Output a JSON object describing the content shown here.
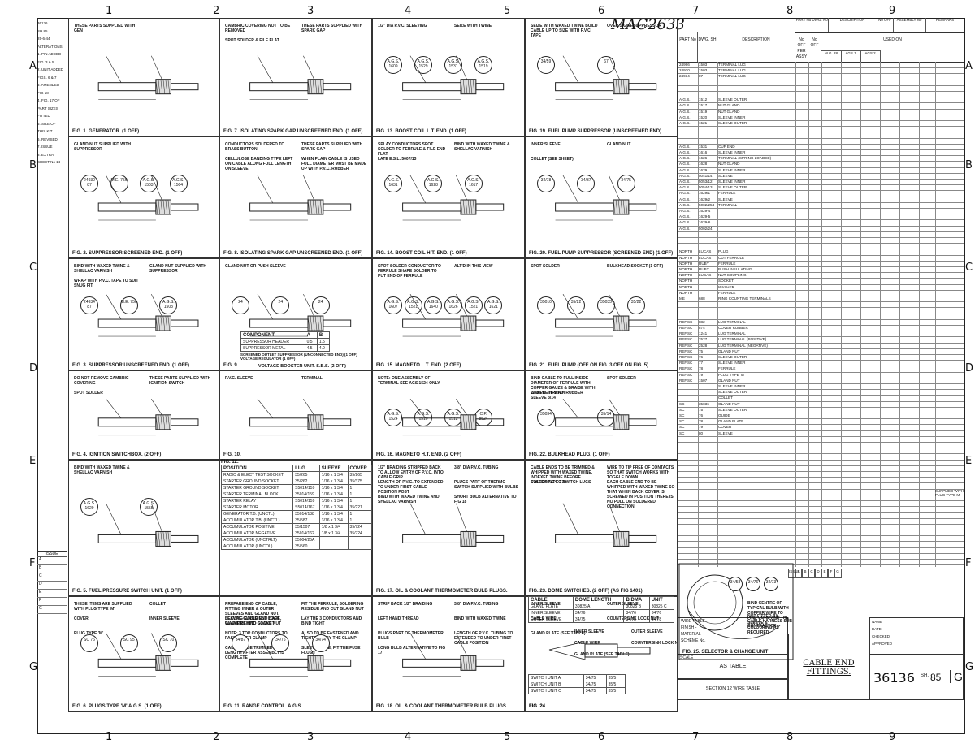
{
  "sheet": {
    "handwritten_ref": "MAC2633",
    "grid_numbers": [
      "1",
      "2",
      "3",
      "4",
      "5",
      "6",
      "7",
      "8",
      "9"
    ],
    "grid_letters": [
      "A",
      "B",
      "C",
      "D",
      "E",
      "F",
      "G"
    ]
  },
  "revision_column": {
    "lines": [
      "36136",
      "SH.85",
      "25-6-44",
      "ALTERATIONS",
      "1. PIN ADDED",
      "FIG. 3 & 5",
      "2. UNIT ADDED",
      "FIGS. 6 & 7",
      "3. AMENDED",
      "FIG 18",
      "4. FIG. 17 OF",
      "PART SIZES",
      "FITTED",
      "5. SIZE OF",
      "THIS KIT",
      "6. REVISED",
      "7. ISSUE",
      "8. EXTRA",
      "SHEET No 14"
    ],
    "issue_label": "ISSUE",
    "issue_rows": [
      "A",
      "B",
      "C",
      "D",
      "E",
      "F",
      "G"
    ]
  },
  "figures": [
    {
      "id": "fig1",
      "caption": "FIG. 1. GENERATOR. (1 OFF)",
      "notes": [
        "THESE PARTS SUPPLIED WITH GEN"
      ]
    },
    {
      "id": "fig7",
      "caption": "FIG. 7. ISOLATING SPARK GAP UNSCREENED END. (1 OFF)",
      "notes": [
        "CAMBRIC COVERING NOT TO BE REMOVED",
        "THESE PARTS SUPPLIED WITH SPARK GAP",
        "SPOT SOLDER & FILE FLAT"
      ]
    },
    {
      "id": "fig13",
      "caption": "FIG. 13. BOOST COIL L.T. END. (1 OFF)",
      "notes": [
        "1/2\" DIA P.V.C. SLEEVING",
        "SEIZE WITH TWINE"
      ],
      "callouts": [
        "A.G.S. 1609",
        "A.G.S. 1529",
        "A.G.S. 1531",
        "A.G.S. 1519"
      ]
    },
    {
      "id": "fig19",
      "caption": "FIG. 19. FUEL PUMP SUPPRESSOR (UNSCREENED END)",
      "notes": [
        "SEIZE WITH WAXED TWINE BUILD CABLE UP TO SIZE WITH P.V.C. TAPE",
        "OVER SIGHT SUPPRESSOR"
      ],
      "callouts": [
        "34/59",
        "67"
      ]
    },
    {
      "id": "fig2",
      "caption": "FIG. 2. SUPPRESSOR SCREENED END. (1 OFF)",
      "notes": [
        "GLAND NUT SUPPLIED WITH SUPPRESSOR"
      ],
      "callouts": [
        "24930 87",
        "M.E. 756",
        "A.G.S. 1503",
        "A.G.S. 1504"
      ]
    },
    {
      "id": "fig8",
      "caption": "FIG. 8. ISOLATING SPARK GAP UNSCREENED END. (1 OFF)",
      "notes": [
        "CONDUCTORS SOLDERED TO BRASS BUTTON",
        "THESE PARTS SUPPLIED WITH SPARK GAP",
        "CELLULOSE BANDING TYPE LEFT ON CABLE ALONG FULL LENGTH ON SLEEVE",
        "WHEN PLAIN CABLE IS USED FULL DIAMETER MUST BE MADE UP WITH P.V.C. RUBBER"
      ]
    },
    {
      "id": "fig14",
      "caption": "FIG. 14. BOOST COIL H.T. END. (1 OFF)",
      "notes": [
        "SPLAY CONDUCTORS SPOT SOLDER TO FERRULE & FILE END FLAT",
        "BIND WITH WAXED TWINE & SHELLAC VARNISH",
        "LATE E.S.L. 5007/13"
      ],
      "callouts": [
        "A.G.S. 1631",
        "A.G.S. 1628",
        "A.G.S. 1617"
      ]
    },
    {
      "id": "fig20",
      "caption": "FIG. 20. FUEL PUMP SUPPRESSOR (SCREENED END) (1 OFF)",
      "notes": [
        "INNER SLEEVE",
        "GLAND NUT",
        "COLLET (SEE SHEET)"
      ],
      "callouts": [
        "34/78",
        "34/37",
        "34/75"
      ]
    },
    {
      "id": "fig3",
      "caption": "FIG. 3. SUPPRESSOR UNSCREENED END. (1 OFF)",
      "notes": [
        "BIND WITH WAXED TWINE & SHELLAC VARNISH",
        "GLAND NUT SUPPLIED WITH SUPPRESSOR",
        "WRAP WITH P.V.C. TAPE TO SUIT SNUG FIT"
      ],
      "callouts": [
        "24934 87",
        "M.E. 756",
        "A.G.S. 1503"
      ]
    },
    {
      "id": "fig9",
      "caption": "FIG. 9.",
      "notes": [
        "GLAND NUT OR PUSH SLEEVE"
      ],
      "callouts": [
        "24",
        "24",
        "24"
      ]
    },
    {
      "id": "fig15",
      "caption": "FIG. 15. MAGNETO L.T. END. (2 OFF)",
      "notes": [
        "SPOT SOLDER CONDUCTOR TO FERRULE SHAPE SOLDER TO PUT END OF FERRULE",
        "ALT'D IN THIS VIEW"
      ],
      "callouts": [
        "A.G.S. 1607",
        "A.G.S. 1521",
        "A.G.S. 1640",
        "A.G.S. 1626",
        "A.G.S. 1521",
        "A.G.S. 1621"
      ]
    },
    {
      "id": "fig21",
      "caption": "FIG. 21. FUEL PUMP (OFF ON FIG. 3 OFF ON FIG. 5)",
      "notes": [
        "SPOT SOLDER",
        "BULKHEAD SOCKET (1 OFF)"
      ],
      "callouts": [
        "35010",
        "35/22",
        "35035",
        "35/22"
      ]
    },
    {
      "id": "fig4",
      "caption": "FIG. 4. IGNITION SWITCHBOX. (2 OFF)",
      "notes": [
        "DO NOT REMOVE CAMBRIC COVERING",
        "THESE PARTS SUPPLIED WITH IGNITION SWITCH",
        "SPOT SOLDER"
      ]
    },
    {
      "id": "fig10",
      "caption": "FIG. 10.",
      "notes": [
        "P.V.C. SLEEVE",
        "TERMINAL"
      ]
    },
    {
      "id": "fig16",
      "caption": "FIG. 16. MAGNETO H.T. END. (2 OFF)",
      "notes": [
        "NOTE: ONE ASSEMBLY OF TERMINAL SEE AGS 1524 ONLY"
      ],
      "callouts": [
        "A.G.S. 1524",
        "A.G.S. 1510",
        "A.G.S. 1512",
        "C.P. 8524"
      ]
    },
    {
      "id": "fig22",
      "caption": "FIG. 22. BULKHEAD PLUG. (1 OFF)",
      "notes": [
        "BIND CABLE TO FULL INSIDE DIAMETER OF FERRULE WITH COPPER GAUZE & BRAISE WITH WAXED THREAD",
        "SPOT SOLDER",
        "COMPLETE WITH RUBBER SLEEVE 3/14"
      ],
      "callouts": [
        "35034",
        "35/14"
      ]
    },
    {
      "id": "fig5",
      "caption": "FIG. 5. FUEL PRESSURE SWITCH UNIT. (1 OFF)",
      "notes": [
        "BIND WITH WAXED TWINE & SHELLAC VARNISH"
      ],
      "callouts": [
        "A.G.S. 1629",
        "A.G.S. 1555"
      ]
    },
    {
      "id": "fig17",
      "caption": "FIG. 17. OIL & COOLANT THERMOMETER BULB PLUGS.",
      "notes": [
        "1/2\" BRAIDING STRIPPED BACK TO ALLOW ENTRY OF P.V.C. INTO CABLE GRIP",
        "3/8\" DIA P.V.C. TUBING",
        "LENGTH OF P.V.C. TO EXTENDED TO UNDER FIRST CABLE POSITION POST",
        "PLUGS PART OF THERMO SWITCH SUPPLIED WITH BULBS",
        "BIND WITH WAXED TWINE AND SHELLAC VARNISH",
        "SHORT BULB ALTERNATIVE TO FIG 18"
      ]
    },
    {
      "id": "fig23",
      "caption": "FIG. 23. DOME SWITCHES. (2 OFF) (AS FIG 1401)",
      "notes": [
        "CABLE ENDS TO BE TRIMMED & WHIPPED WITH WAXED TWINE. INDEXED TWINE BEFORE SOLDERING TO SWITCH LUGS",
        "WIRE TO TIP FREE OF CONTACTS SO THAT SWITCH WORKS WITH TOGGLE DOWN",
        "SWITCH TYPE 170",
        "EACH CABLE END TO BE WHIPPED WITH WAXED TWINE SO THAT WHEN BACK COVER IS SCREWED IN POSITION THERE IS NO PULL ON SOLDERED CONNECTION"
      ]
    },
    {
      "id": "fig6",
      "caption": "FIG. 6.        PLUGS TYPE 'M' A.G.S. (1 OFF)",
      "notes": [
        "THESE ITEMS ARE SUPPLIED WITH PLUG TYPE 'M'",
        "COLLET",
        "COVER",
        "INNER SLEEVE",
        "PLUG TYPE 'M'"
      ],
      "callouts": [
        "SC 76",
        "SC 95",
        "SC 70"
      ]
    },
    {
      "id": "fig11",
      "caption": "FIG. 11. RANGE CONTROL. A.G.S.",
      "notes": [
        "PREPARE END OF CABLE, FITTING INNER & OUTER SLEEVES AND GLAND NUT, LEAVING CABLE END BARE, CLAMP BEHIND GLAND NUT",
        "FIT THE FERRULE, SOLDERING RESIDUE AND CUT GLAND NUT",
        "SECURE GLAND NUT LOCK WASHERS INTO SOCKET",
        "LAY THE 3 CONDUCTORS AND BIND TIGHT",
        "NOTE: 3 TOP CONDUCTORS TO PASS UNDER CLAMP",
        "ALSO TO BE FASTENED AND TIGHTENED BY THE CLAMP",
        "CABLE TO BE TRIMMED TO LENGTH AFTER ASSEMBLY IS COMPLETE",
        "SLEEVE, TUBE, FIT THE FUSE FLUSH"
      ],
      "callouts": [
        "34/87",
        "34/76",
        "34/74"
      ]
    },
    {
      "id": "fig18",
      "caption": "FIG. 18. OIL & COOLANT THERMOMETER BULB PLUGS.",
      "notes": [
        "STRIP BACK 1/2\" BRAIDING",
        "3/8\" DIA P.V.C. TUBING",
        "LEFT HAND THREAD",
        "BIND WITH WAXED TWINE",
        "PLUGS PART OF THERMOMETER BULB",
        "LENGTH OF P.V.C. TUBING TO EXTENDED TO UNDER FIRST CABLE POSITION",
        "LONG BULB ALTERNATIVE TO FIG 17"
      ]
    },
    {
      "id": "fig24",
      "caption": "FIG. 24.",
      "notes": [
        "INNER SLEEVE",
        "OUTER SLEEVE",
        "CABLE WIRE",
        "COUNTERSINK LOCK NUT",
        "GLAND PLATE (SEE TABLE)"
      ]
    },
    {
      "id": "fig25",
      "caption": "FIG. 25. SELECTOR & CHANGE UNIT",
      "notes": [
        "BIND CENTRE OF TYPICAL BULB WITH COPPER WIRE TO FIND CORE AND THE SLEEVE & COLOURING AS REQUIRED",
        "NOT FITTED BY CABLE HARNESS SUB CONTRACTOR"
      ],
      "callouts": [
        "34/58",
        "34/76",
        "34/73"
      ]
    }
  ],
  "fig12_table": {
    "title": "FIG. 12.",
    "headers": [
      "POSITION",
      "LUG",
      "SLEEVE",
      "COVER"
    ],
    "rows": [
      [
        "RADIO & ELECT TEST SOCKET",
        "35/265",
        "1/16 x 1 3/4",
        "35/265"
      ],
      [
        "STARTER GROUND SOCKET",
        "35/262",
        "1/16 x 1 3/4",
        "35/375"
      ],
      [
        "STARTER GROUND SOCKET",
        "S5014/159",
        "1/16 x 1 3/4",
        "1"
      ],
      [
        "STARTER TERMINAL BLOCK",
        "35014/159",
        "1/16 x 1 3/4",
        "1"
      ],
      [
        "STARTER RELAY",
        "S5014/159",
        "1/16 x 1 3/4",
        "1"
      ],
      [
        "STARTER MOTOR",
        "S5014/167",
        "1/16 x 1 3/4",
        "35/221"
      ],
      [
        "GENERATOR T.B. (UNCTL)",
        "35014/138",
        "1/16 x 1 3/4",
        "1"
      ],
      [
        "ACCUMULATOR T.B. (UNCTL)",
        "35/587",
        "3/16 x 1 3/4",
        "1"
      ],
      [
        "ACCUMULATOR POSITIVE",
        "35/1507",
        "1/8 x 1 3/4",
        "35/724"
      ],
      [
        "ACCUMULATOR NEGATIVE",
        "35014/162",
        "1/8 x 1 3/4",
        "35/724"
      ],
      [
        "ACCUMULATOR (UNCTRLT)",
        "35004/25A",
        "",
        ""
      ],
      [
        "ACCUMULATOR (UNCOL)",
        "35/560",
        "",
        ""
      ]
    ]
  },
  "fig9_table": {
    "headers": [
      "COMPONENT",
      "A",
      "B"
    ],
    "rows": [
      [
        "SUPPRESSOR HEADER",
        "0.5",
        "1.5"
      ],
      [
        "SUPPRESSOR METAL",
        "4.5",
        "4.0"
      ]
    ],
    "note": "SCREENED OUTLET SUPPRESSOR (UNCONNECTED END) (1 OFF)",
    "caption_extra": "VOLTAGE REGULATOR (1 OFF)",
    "caption_line": "VOLTAGE BOOSTER UNIT. S.B.S. (2 OFF)"
  },
  "fig24_table": {
    "headers": [
      "CABLE",
      "DOME LENGTH",
      "BIDMA",
      "UNIT"
    ],
    "rows": [
      [
        "GLAND PLATE",
        "30825 A",
        "30825 B",
        "30825 C"
      ],
      [
        "INNER SLEEVE",
        "34/76",
        "34/76",
        "34/76"
      ],
      [
        "OUTER SLEEVE",
        "34/75",
        "34/78",
        "34/78"
      ]
    ],
    "rows2": [
      [
        "SWITCH UNIT A",
        "34/75",
        "35/5"
      ],
      [
        "SWITCH UNIT B",
        "34/75",
        "35/5"
      ],
      [
        "SWITCH UNIT C",
        "34/75",
        "35/5"
      ]
    ]
  },
  "parts_list": {
    "headers": [
      "PART No",
      "DWG. SH",
      "DESCRIPTION",
      "No OFF PER ASSY",
      "No OFF",
      "USED ON"
    ],
    "used_on_sub": [
      "M.G. 28",
      "AGS 1",
      "AGS 2"
    ],
    "top_headers": [
      "PART No",
      "DWG. No",
      "DESCRIPTION",
      "No OFF",
      "ASSEMBLY No",
      "REMARKS"
    ],
    "groups": [
      [
        [
          "24996",
          "1503",
          "TERMINAL LUG"
        ],
        [
          "24930",
          "1503",
          "TERMINAL LUG"
        ],
        [
          "24934",
          "87",
          "TERMINAL LUG"
        ]
      ],
      [
        [
          "A.G.S.",
          "1512",
          "SLEEVE OUTER"
        ],
        [
          "A.G.S.",
          "1517",
          "NUT GLAND"
        ],
        [
          "A.G.S.",
          "1519",
          "NUT GLAND"
        ],
        [
          "A.G.S.",
          "1520",
          "SLEEVE INNER"
        ],
        [
          "A.G.S.",
          "1521",
          "SLEEVE OUTER"
        ]
      ],
      [
        [
          "A.G.S.",
          "1531",
          "CUP END"
        ],
        [
          "A.G.S.",
          "1616",
          "SLEEVE INNER"
        ],
        [
          "A.G.S.",
          "1626",
          "TERMINAL (SPRING LOADED)"
        ],
        [
          "A.G.S.",
          "1628",
          "NUT GLAND"
        ],
        [
          "A.G.S.",
          "1629",
          "SLEEVE INNER"
        ],
        [
          "A.G.S.",
          "5041/14",
          "SLEEVE"
        ],
        [
          "A.G.S.",
          "5053/12",
          "SLEEVE INNER"
        ],
        [
          "A.G.S.",
          "5054/13",
          "SLEEVE OUTER"
        ],
        [
          "A.G.S.",
          "1629/1",
          "FERRULE"
        ],
        [
          "A.G.S.",
          "1629/2",
          "SLEEVE"
        ],
        [
          "A.G.S.",
          "5002/254",
          "TERMINAL"
        ],
        [
          "A.G.S.",
          "1629-4",
          ""
        ],
        [
          "A.G.S.",
          "1629-5",
          ""
        ],
        [
          "A.G.S.",
          "1629-6",
          ""
        ],
        [
          "A.G.S.",
          "5002/24",
          ""
        ]
      ],
      [
        [
          "NORTH",
          "LUCAS",
          "PLUG"
        ],
        [
          "NORTH",
          "LUCAS",
          "CUT FERRULE"
        ],
        [
          "NORTH",
          "RUBY",
          "FERRULE"
        ],
        [
          "NORTH",
          "RUBY",
          "BUSH INSULATING"
        ],
        [
          "NORTH",
          "LUCAS",
          "NUT COUPLING"
        ],
        [
          "NORTH",
          "",
          "SOCKET"
        ],
        [
          "NORTH",
          "",
          "WASHER"
        ],
        [
          "NORTH",
          "",
          "FERRULE"
        ],
        [
          "ME",
          "688",
          "RING COUNTING TERMINALS"
        ]
      ],
      [
        [
          "REF.SC",
          "882",
          "LUG TERMINAL"
        ],
        [
          "REF.SC",
          "874",
          "COVER RUBBER"
        ],
        [
          "REF.SC",
          "1241",
          "LUG TERMINAL"
        ],
        [
          "REF.SC",
          "2527",
          "LUG TERMINAL (POSITIVE)"
        ],
        [
          "REF.SC",
          "2528",
          "LUG TERMINAL (NEGATIVE)"
        ],
        [
          "REF.SC",
          "75",
          "GLAND NUT"
        ],
        [
          "REF.SC",
          "76",
          "SLEEVE OUTER"
        ],
        [
          "REF.SC",
          "77",
          "SLEEVE INNER"
        ],
        [
          "REF.SC",
          "78",
          "FERRULE"
        ],
        [
          "REF.SC",
          "79",
          "PLUG TYPE 'M'"
        ],
        [
          "REF.SC",
          "1507",
          "GLAND NUT"
        ],
        [
          "",
          "",
          "SLEEVE INNER"
        ],
        [
          "",
          "",
          "SLEEVE OUTER"
        ],
        [
          "",
          "",
          "COLLET"
        ],
        [
          "SC",
          "35036",
          "GLAND NUT"
        ],
        [
          "SC",
          "75",
          "SLEEVE OUTER"
        ],
        [
          "SC",
          "76",
          "GUIDE"
        ],
        [
          "SC",
          "78",
          "GLAND PLATE"
        ],
        [
          "SC",
          "79",
          "COVER"
        ],
        [
          "SC",
          "80",
          "SLEEVE"
        ]
      ]
    ],
    "remarks": [
      "SUPPLIED WITH PLUG TYPE M"
    ]
  },
  "title_block": {
    "issue_label": "ISSUE",
    "scale_label": "SCALE",
    "ref_label": "AS TABLE",
    "title": "CABLE END FITTINGS.",
    "sub": "SECTION 12 WIRE TABLE",
    "drawing_no": "36136",
    "sheet_label": "SH.",
    "sheet_no": "85",
    "issue_letter": "G",
    "name_label": "NAME",
    "date_label": "DATE",
    "checked_label": "CHECKED",
    "approved_label": "APPROVED",
    "side_labels": [
      "ISSUE",
      "A",
      "B",
      "C",
      "D",
      "E",
      "F",
      "G"
    ],
    "notes": [
      "WIRE TABLE",
      "FINISH -",
      "MATERIAL",
      "SCHEME No."
    ]
  }
}
